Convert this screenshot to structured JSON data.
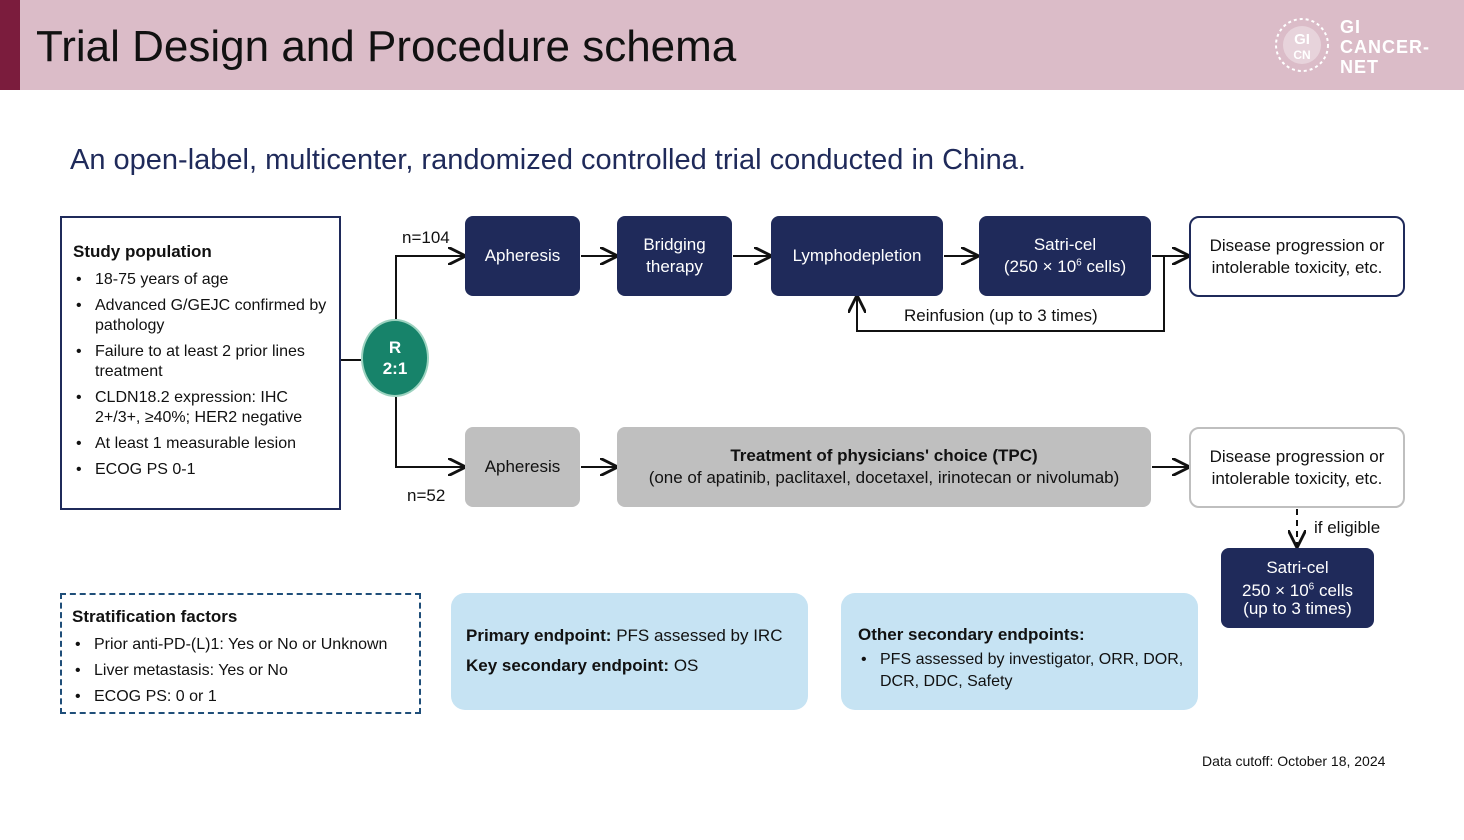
{
  "header": {
    "title": "Trial Design and Procedure schema",
    "logo_text": [
      "GI",
      "CANCER-",
      "NET"
    ]
  },
  "subtitle": "An open-label, multicenter, randomized controlled trial conducted in China.",
  "study_population": {
    "title": "Study population",
    "items": [
      "18-75 years of age",
      "Advanced G/GEJC confirmed by pathology",
      "Failure to at least 2 prior lines treatment",
      "CLDN18.2 expression: IHC 2+/3+, ≥40%; HER2 negative",
      "At least 1 measurable lesion",
      "ECOG PS 0-1"
    ]
  },
  "randomization": {
    "letter": "R",
    "ratio": "2:1"
  },
  "arm1": {
    "n": "n=104",
    "steps": [
      "Apheresis",
      "Bridging therapy",
      "Lymphodepletion"
    ],
    "satri_title": "Satri-cel",
    "satri_dose_prefix": "(250 × 10",
    "satri_dose_exp": "6",
    "satri_dose_suffix": " cells)",
    "reinfusion": "Reinfusion (up to 3 times)",
    "outcome": "Disease progression or intolerable toxicity, etc."
  },
  "arm2": {
    "n": "n=52",
    "apheresis": "Apheresis",
    "tpc_title": "Treatment of physicians' choice (TPC)",
    "tpc_detail": "(one of apatinib, paclitaxel, docetaxel, irinotecan or nivolumab)",
    "outcome": "Disease progression or intolerable toxicity, etc.",
    "if_eligible": "if eligible",
    "crossover_title": "Satri-cel",
    "crossover_dose_prefix": "250 × 10",
    "crossover_dose_exp": "6",
    "crossover_dose_suffix": " cells",
    "crossover_times": "(up to 3 times)"
  },
  "stratification": {
    "title": "Stratification factors",
    "items": [
      "Prior anti-PD-(L)1: Yes or No or Unknown",
      "Liver metastasis: Yes or No",
      "ECOG PS: 0 or 1"
    ]
  },
  "endpoints": {
    "primary_label": "Primary endpoint:",
    "primary_value": " PFS assessed by IRC",
    "key_secondary_label": "Key secondary endpoint:",
    "key_secondary_value": " OS",
    "other_title": "Other secondary endpoints:",
    "other_items": [
      "PFS assessed by investigator, ORR, DOR, DCR, DDC, Safety"
    ]
  },
  "footnote": "Data cutoff: October 18, 2024",
  "colors": {
    "navy": "#1f2a5a",
    "header_bg": "#dbbcc8",
    "accent": "#7b1c3d",
    "green": "#17836a",
    "endpoint_bg": "#c6e3f3",
    "grey_box": "#bfbfbf"
  }
}
